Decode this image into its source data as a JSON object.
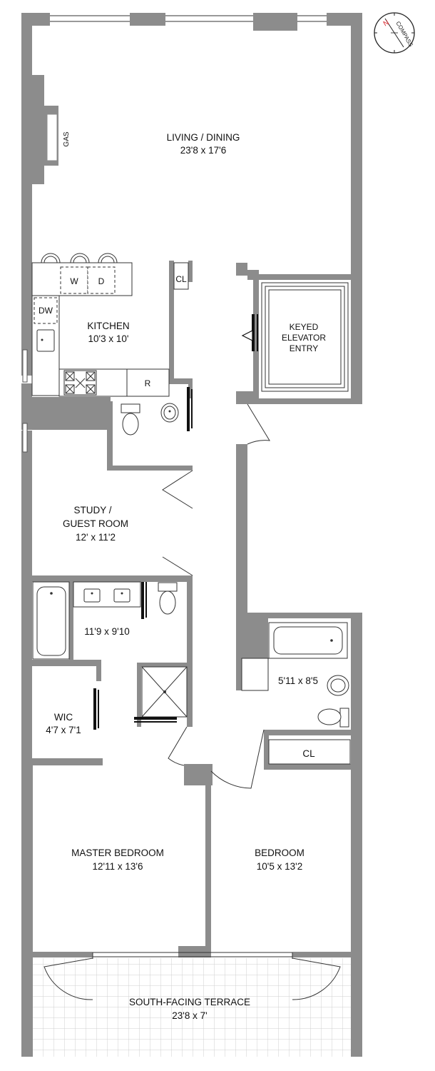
{
  "rooms": {
    "living": {
      "name": "LIVING / DINING",
      "dims": "23'8 x 17'6"
    },
    "kitchen": {
      "name": "KITCHEN",
      "dims": "10'3 x 10'"
    },
    "study": {
      "name_line1": "STUDY /",
      "name_line2": "GUEST ROOM",
      "dims": "12' x 11'2"
    },
    "elevator": {
      "line1": "KEYED",
      "line2": "ELEVATOR",
      "line3": "ENTRY"
    },
    "master_bath": {
      "dims": "11'9 x 9'10"
    },
    "bath2": {
      "dims": "5'11 x 8'5"
    },
    "wic": {
      "name": "WIC",
      "dims": "4'7 x 7'1"
    },
    "master_bedroom": {
      "name": "MASTER BEDROOM",
      "dims": "12'11 x 13'6"
    },
    "bedroom": {
      "name": "BEDROOM",
      "dims": "10'5 x 13'2"
    },
    "terrace": {
      "name": "SOUTH-FACING TERRACE",
      "dims": "23'8 x 7'"
    }
  },
  "labels": {
    "gas": "GAS",
    "kitchen_cl": "CL",
    "bedroom_cl": "CL",
    "washer": "W",
    "dryer": "D",
    "dishwasher": "DW",
    "refrigerator": "R"
  },
  "compass": {
    "text": "COMPASS",
    "north": "N"
  },
  "colors": {
    "wall": "#8c8c8c",
    "elevator_red": "#d9232a",
    "terrace_grid": "#cfcfcf"
  }
}
